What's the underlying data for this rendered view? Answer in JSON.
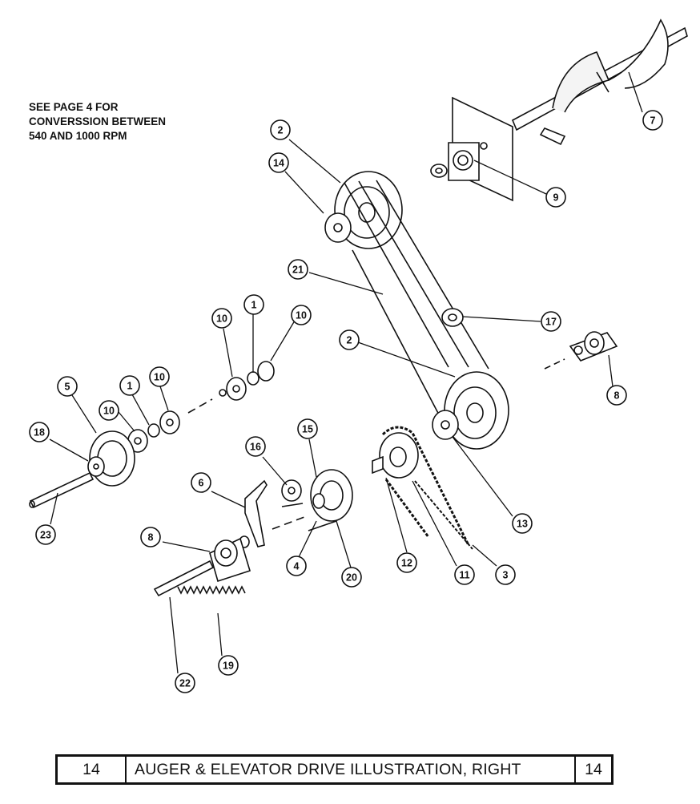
{
  "note": {
    "line1": "SEE PAGE 4 FOR",
    "line2": "CONVERSSION BETWEEN",
    "line3": "540 AND 1000 RPM"
  },
  "callouts": [
    {
      "id": "c2a",
      "label": "2"
    },
    {
      "id": "c14",
      "label": "14"
    },
    {
      "id": "c7",
      "label": "7"
    },
    {
      "id": "c9",
      "label": "9"
    },
    {
      "id": "c21",
      "label": "21"
    },
    {
      "id": "c17",
      "label": "17"
    },
    {
      "id": "c1a",
      "label": "1"
    },
    {
      "id": "c10a",
      "label": "10"
    },
    {
      "id": "c10b",
      "label": "10"
    },
    {
      "id": "c2b",
      "label": "2"
    },
    {
      "id": "c8a",
      "label": "8"
    },
    {
      "id": "c5",
      "label": "5"
    },
    {
      "id": "c1b",
      "label": "1"
    },
    {
      "id": "c10c",
      "label": "10"
    },
    {
      "id": "c10d",
      "label": "10"
    },
    {
      "id": "c18",
      "label": "18"
    },
    {
      "id": "c15",
      "label": "15"
    },
    {
      "id": "c16",
      "label": "16"
    },
    {
      "id": "c6",
      "label": "6"
    },
    {
      "id": "c13",
      "label": "13"
    },
    {
      "id": "c23",
      "label": "23"
    },
    {
      "id": "c8b",
      "label": "8"
    },
    {
      "id": "c4",
      "label": "4"
    },
    {
      "id": "c20",
      "label": "20"
    },
    {
      "id": "c12",
      "label": "12"
    },
    {
      "id": "c11",
      "label": "11"
    },
    {
      "id": "c3",
      "label": "3"
    },
    {
      "id": "c19",
      "label": "19"
    },
    {
      "id": "c22",
      "label": "22"
    }
  ],
  "footer": {
    "page_left": "14",
    "title": "AUGER & ELEVATOR DRIVE ILLUSTRATION, RIGHT",
    "page_right": "14"
  }
}
